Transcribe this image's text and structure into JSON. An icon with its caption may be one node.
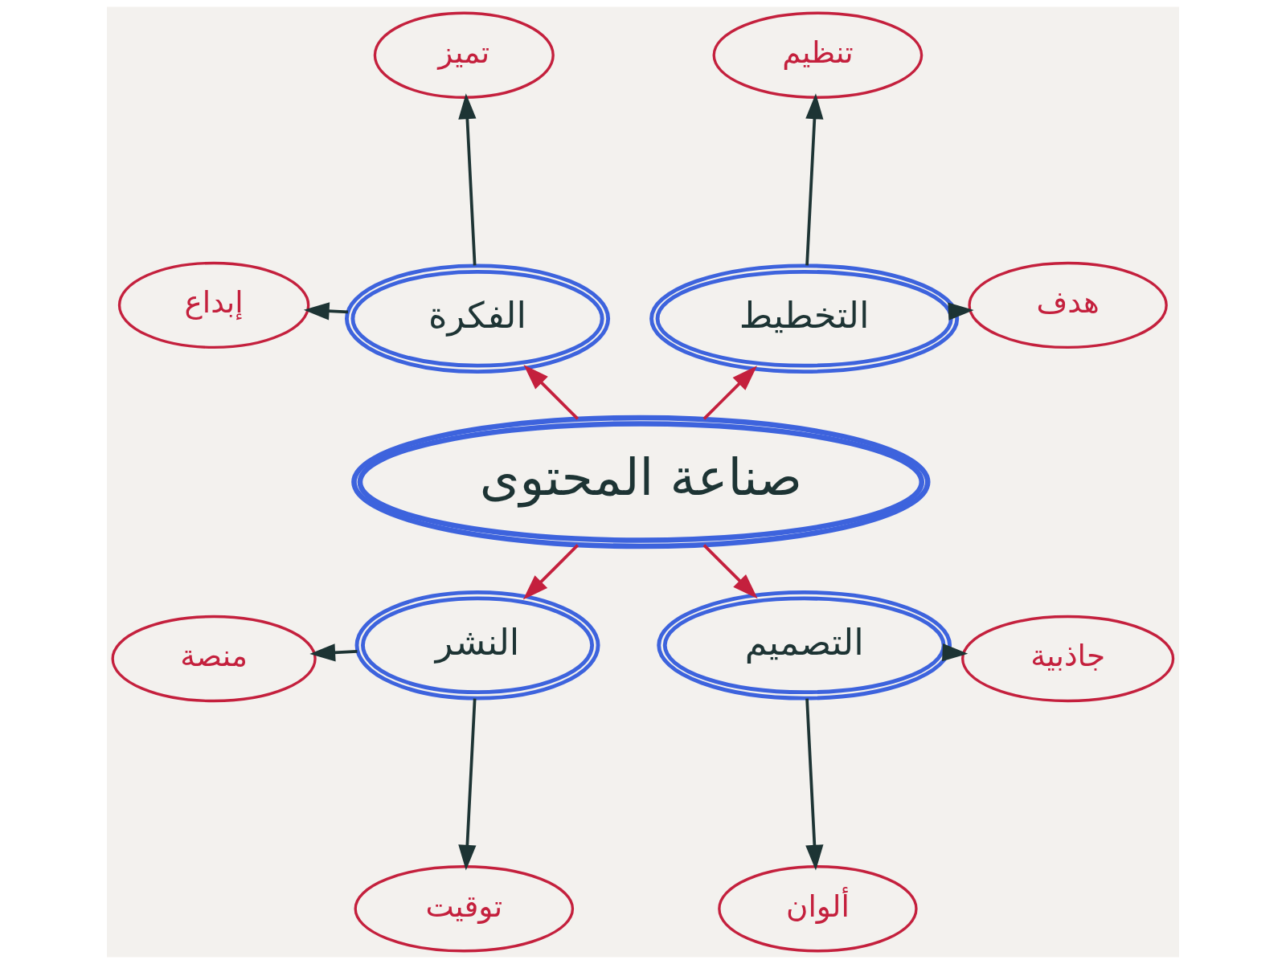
{
  "diagram": {
    "nodes": [
      {
        "text": [
          "هدف"
        ]
      },
      {
        "text": [
          "تنظيم"
        ]
      },
      {
        "text": [
          "تميز"
        ]
      },
      {
        "text": [
          "إبداع"
        ]
      },
      {
        "text": [
          "التخطيط"
        ]
      },
      {
        "text": [
          "الفكرة"
        ]
      },
      {
        "text": [
          "صناعة المحتوى"
        ]
      },
      {
        "text": [
          "النشر"
        ]
      },
      {
        "text": [
          "التصميم"
        ]
      },
      {
        "text": [
          "منصة"
        ]
      },
      {
        "text": [
          "توقيت"
        ]
      },
      {
        "text": [
          "ألوان"
        ]
      },
      {
        "text": [
          "جاذبية"
        ]
      }
    ],
    "edges": [
      {
        "from": 6,
        "to": 4,
        "arrow": "to",
        "color": "#c4203d"
      },
      {
        "from": 6,
        "to": 5,
        "arrow": "to",
        "color": "#c4203d"
      },
      {
        "from": 6,
        "to": 7,
        "arrow": "to",
        "color": "#c4203d"
      },
      {
        "from": 6,
        "to": 8,
        "arrow": "to",
        "color": "#c4203d"
      },
      {
        "from": 4,
        "to": 0,
        "arrow": "to"
      },
      {
        "from": 4,
        "to": 1,
        "arrow": "to"
      },
      {
        "from": 5,
        "to": 2,
        "arrow": "to"
      },
      {
        "from": 5,
        "to": 3,
        "arrow": "to"
      },
      {
        "from": 7,
        "to": 9,
        "arrow": "to"
      },
      {
        "from": 7,
        "to": 10,
        "arrow": "to"
      },
      {
        "from": 8,
        "to": 11,
        "arrow": "to"
      },
      {
        "from": 8,
        "to": 12,
        "arrow": "to"
      }
    ]
  }
}
